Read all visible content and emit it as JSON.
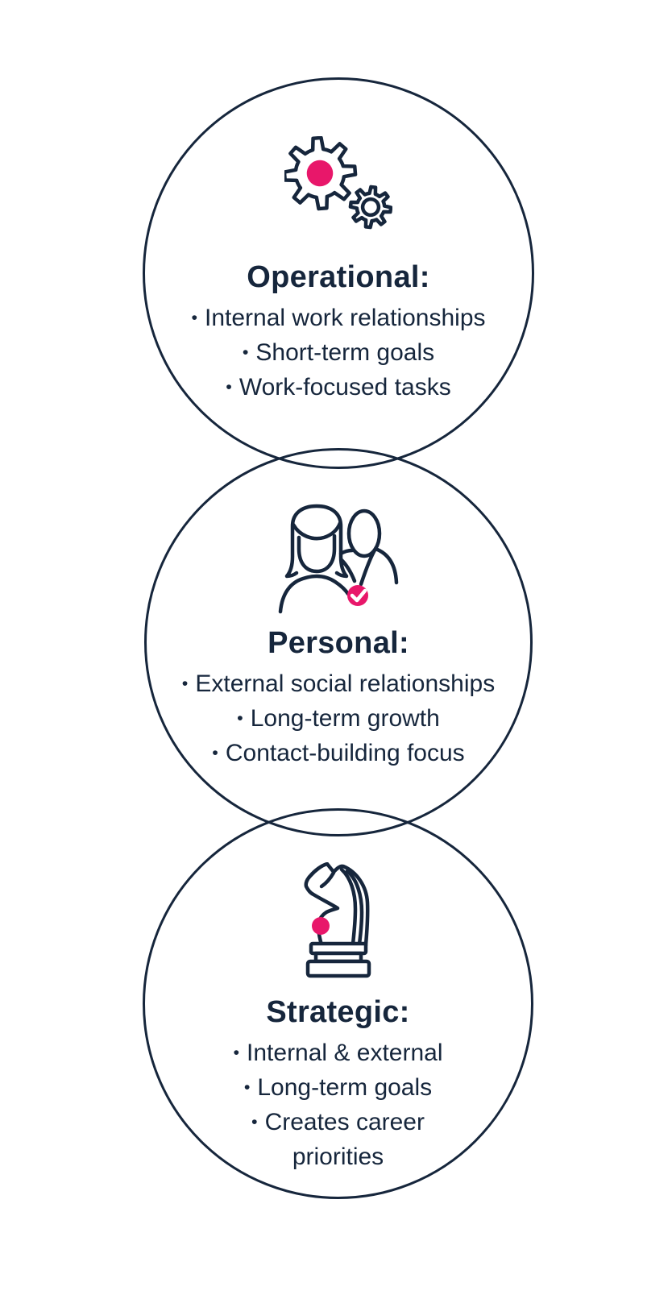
{
  "colors": {
    "navy": "#16263c",
    "pink": "#e8176a",
    "background": "#ffffff"
  },
  "bullet_char": "•",
  "diagram": {
    "type": "three-overlapping-circles-infographic",
    "sections": [
      {
        "id": "operational",
        "icon": "gears-icon",
        "title": "Operational:",
        "bullets": [
          "Internal work relationships",
          "Short-term goals",
          "Work-focused tasks"
        ]
      },
      {
        "id": "personal",
        "icon": "people-check-icon",
        "title": "Personal:",
        "bullets": [
          "External social relationships",
          "Long-term growth",
          "Contact-building focus"
        ]
      },
      {
        "id": "strategic",
        "icon": "chess-knight-icon",
        "title": "Strategic:",
        "bullets": [
          "Internal & external",
          "Long-term goals",
          "Creates career priorities"
        ]
      }
    ]
  }
}
